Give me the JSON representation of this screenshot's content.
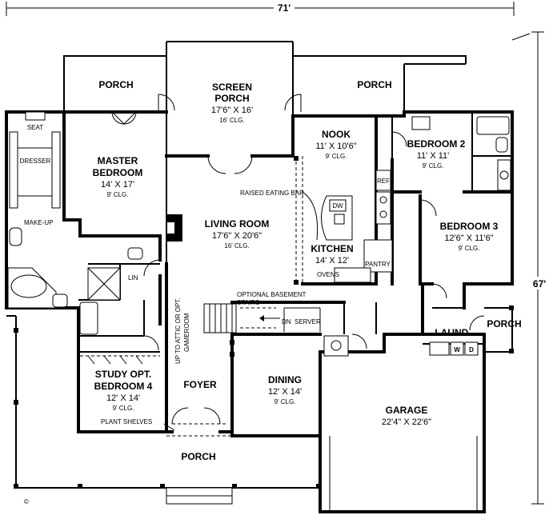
{
  "dimensions": {
    "width": "71'",
    "depth": "67'"
  },
  "rooms": {
    "porch_left": {
      "name": "PORCH"
    },
    "screen_porch": {
      "name1": "SCREEN",
      "name2": "PORCH",
      "size": "17'6\" X 16'",
      "ceiling": "16' CLG."
    },
    "porch_right": {
      "name": "PORCH"
    },
    "nook": {
      "name": "NOOK",
      "size": "11' X 10'6\"",
      "ceiling": "9' CLG."
    },
    "bedroom2": {
      "name": "BEDROOM 2",
      "size": "11' X 11'",
      "ceiling": "9' CLG."
    },
    "master": {
      "name1": "MASTER",
      "name2": "BEDROOM",
      "size": "14' X 17'",
      "ceiling": "9' CLG."
    },
    "living": {
      "name": "LIVING ROOM",
      "size": "17'6\" X 20'6\"",
      "ceiling": "16' CLG."
    },
    "kitchen": {
      "name": "KITCHEN",
      "size": "14' X 12'"
    },
    "bedroom3": {
      "name": "BEDROOM 3",
      "size": "12'6\" X 11'6\"",
      "ceiling": "9' CLG."
    },
    "study": {
      "name1": "STUDY OPT.",
      "name2": "BEDROOM 4",
      "size": "12' X 14'",
      "ceiling": "9' CLG."
    },
    "foyer": {
      "name": "FOYER"
    },
    "dining": {
      "name": "DINING",
      "size": "12' X 14'",
      "ceiling": "9' CLG."
    },
    "garage": {
      "name": "GARAGE",
      "size": "22'4\" X 22'6\""
    },
    "laundry": {
      "name": "LAUND."
    },
    "porch_east": {
      "name": "PORCH"
    },
    "porch_front": {
      "name": "PORCH"
    }
  },
  "labels": {
    "seat": "SEAT",
    "dresser": "DRESSER",
    "makeup": "MAKE-UP",
    "lin": "LIN",
    "ref": "REF",
    "dw": "DW",
    "pantry": "PANTRY",
    "ovens": "OVENS",
    "raised_bar": "RAISED EATING BAR",
    "optional_stairs1": "OPTIONAL BASEMENT",
    "optional_stairs2": "STAIRS",
    "dn": "DN",
    "server": "SERVER",
    "attic1": "UP TO ATTIC OR OPT.",
    "attic2": "GAMEROOM",
    "plant_shelves": "PLANT SHELVES",
    "washer": "W",
    "dryer": "D",
    "copyright": "©"
  }
}
